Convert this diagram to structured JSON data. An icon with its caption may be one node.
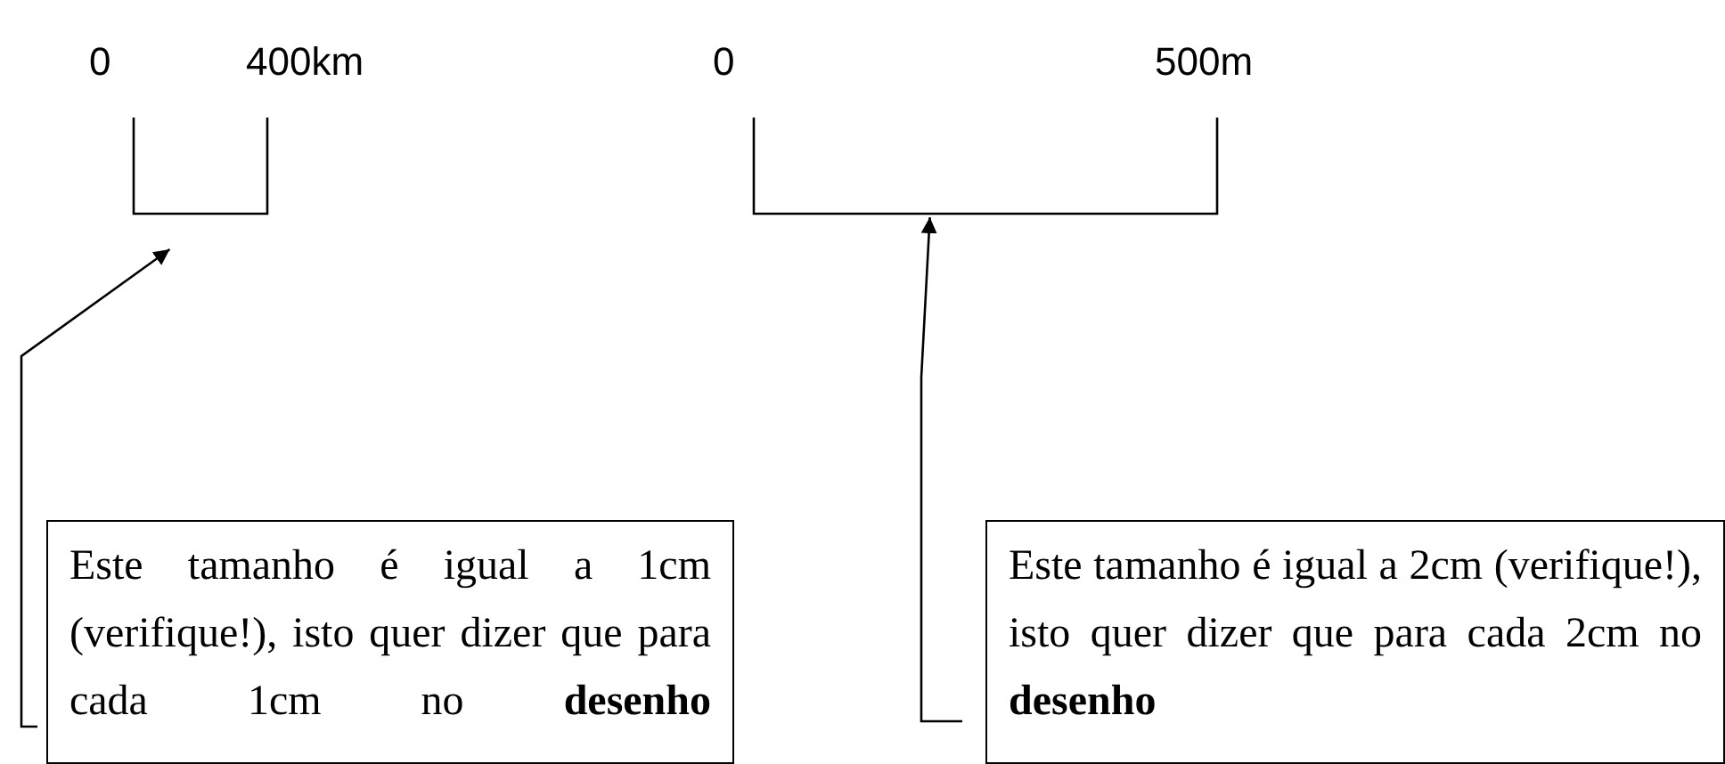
{
  "diagram": {
    "nodes": [
      {
        "text": [],
        "shape": "bracket"
      },
      {
        "text": [],
        "shape": "bracket"
      },
      {
        "text": [
          "Este tamanho é igual a 1cm (verifique!), isto quer dizer que para cada 1cm no **desenho**"
        ]
      },
      {
        "text": [
          "Este tamanho é igual a 2cm (verifique!), isto quer dizer que para cada 2cm no **desenho**"
        ]
      }
    ],
    "edges": [
      {
        "from": 2,
        "to": 0,
        "arrow": "to"
      },
      {
        "from": 3,
        "to": 1,
        "arrow": "to"
      }
    ],
    "labels": [
      "0",
      "400km",
      "0",
      "500m"
    ]
  }
}
